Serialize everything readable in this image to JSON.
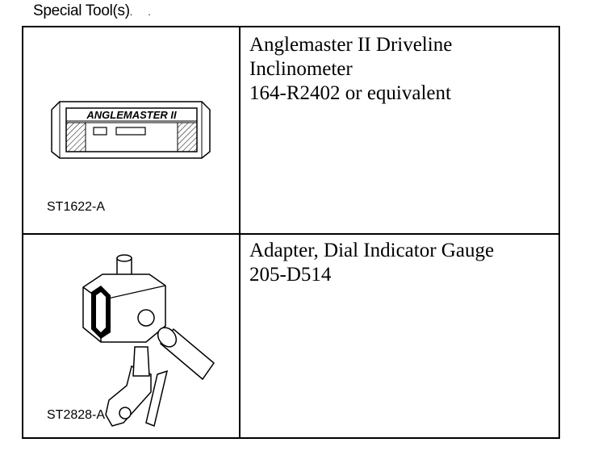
{
  "heading": "Special Tool(s)",
  "tools": [
    {
      "description_lines": [
        "Anglemaster II Driveline",
        "Inclinometer",
        "164-R2402 or equivalent"
      ],
      "image_code": "ST1622-A",
      "image_label": "ANGLEMASTER II",
      "icon": "inclinometer-icon"
    },
    {
      "description_lines": [
        "Adapter, Dial Indicator Gauge",
        "205-D514"
      ],
      "image_code": "ST2828-A",
      "icon": "dial-indicator-adapter-icon"
    }
  ]
}
